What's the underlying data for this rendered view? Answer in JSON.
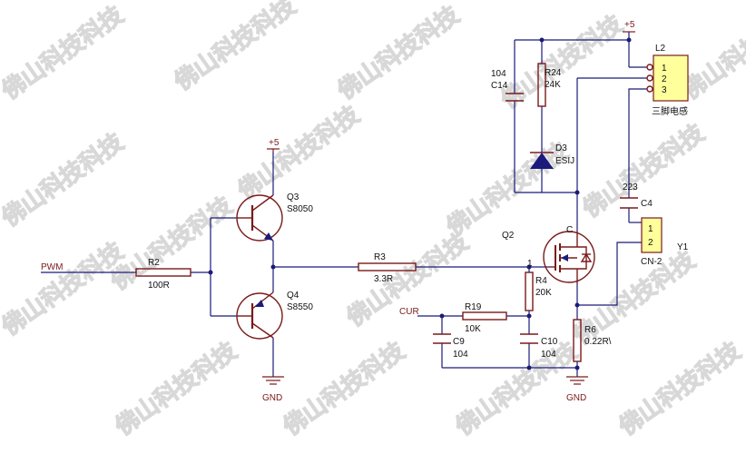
{
  "watermark": "佛山科技科技",
  "nets": {
    "pwm": "PWM",
    "cur": "CUR",
    "vcc_q3": "+5",
    "vcc_top": "+5",
    "gnd_left": "GND",
    "gnd_right": "GND"
  },
  "components": {
    "r2": {
      "ref": "R2",
      "value": "100R"
    },
    "r3": {
      "ref": "R3",
      "value": "3.3R"
    },
    "r4": {
      "ref": "R4",
      "value": "20K"
    },
    "r19": {
      "ref": "R19",
      "value": "10K"
    },
    "r24": {
      "ref": "R24",
      "value": "24K"
    },
    "r6": {
      "ref": "R6",
      "value": "0.22R\\"
    },
    "c14": {
      "ref": "C14",
      "value": "104"
    },
    "c9": {
      "ref": "C9",
      "value": "104"
    },
    "c10": {
      "ref": "C10",
      "value": "104"
    },
    "c4": {
      "ref": "C4",
      "value": "223"
    },
    "d3": {
      "ref": "D3",
      "value": "ESIJ"
    },
    "q3": {
      "ref": "Q3",
      "value": "S8050"
    },
    "q4": {
      "ref": "Q4",
      "value": "S8550"
    },
    "q2": {
      "ref": "Q2",
      "pin1": "1",
      "pin_top": "C"
    },
    "l2": {
      "ref": "L2",
      "value": "三脚电感",
      "pins": [
        "1",
        "2",
        "3"
      ]
    },
    "y1": {
      "ref": "Y1",
      "value": "CN-2",
      "pins": [
        "1",
        "2"
      ]
    }
  }
}
